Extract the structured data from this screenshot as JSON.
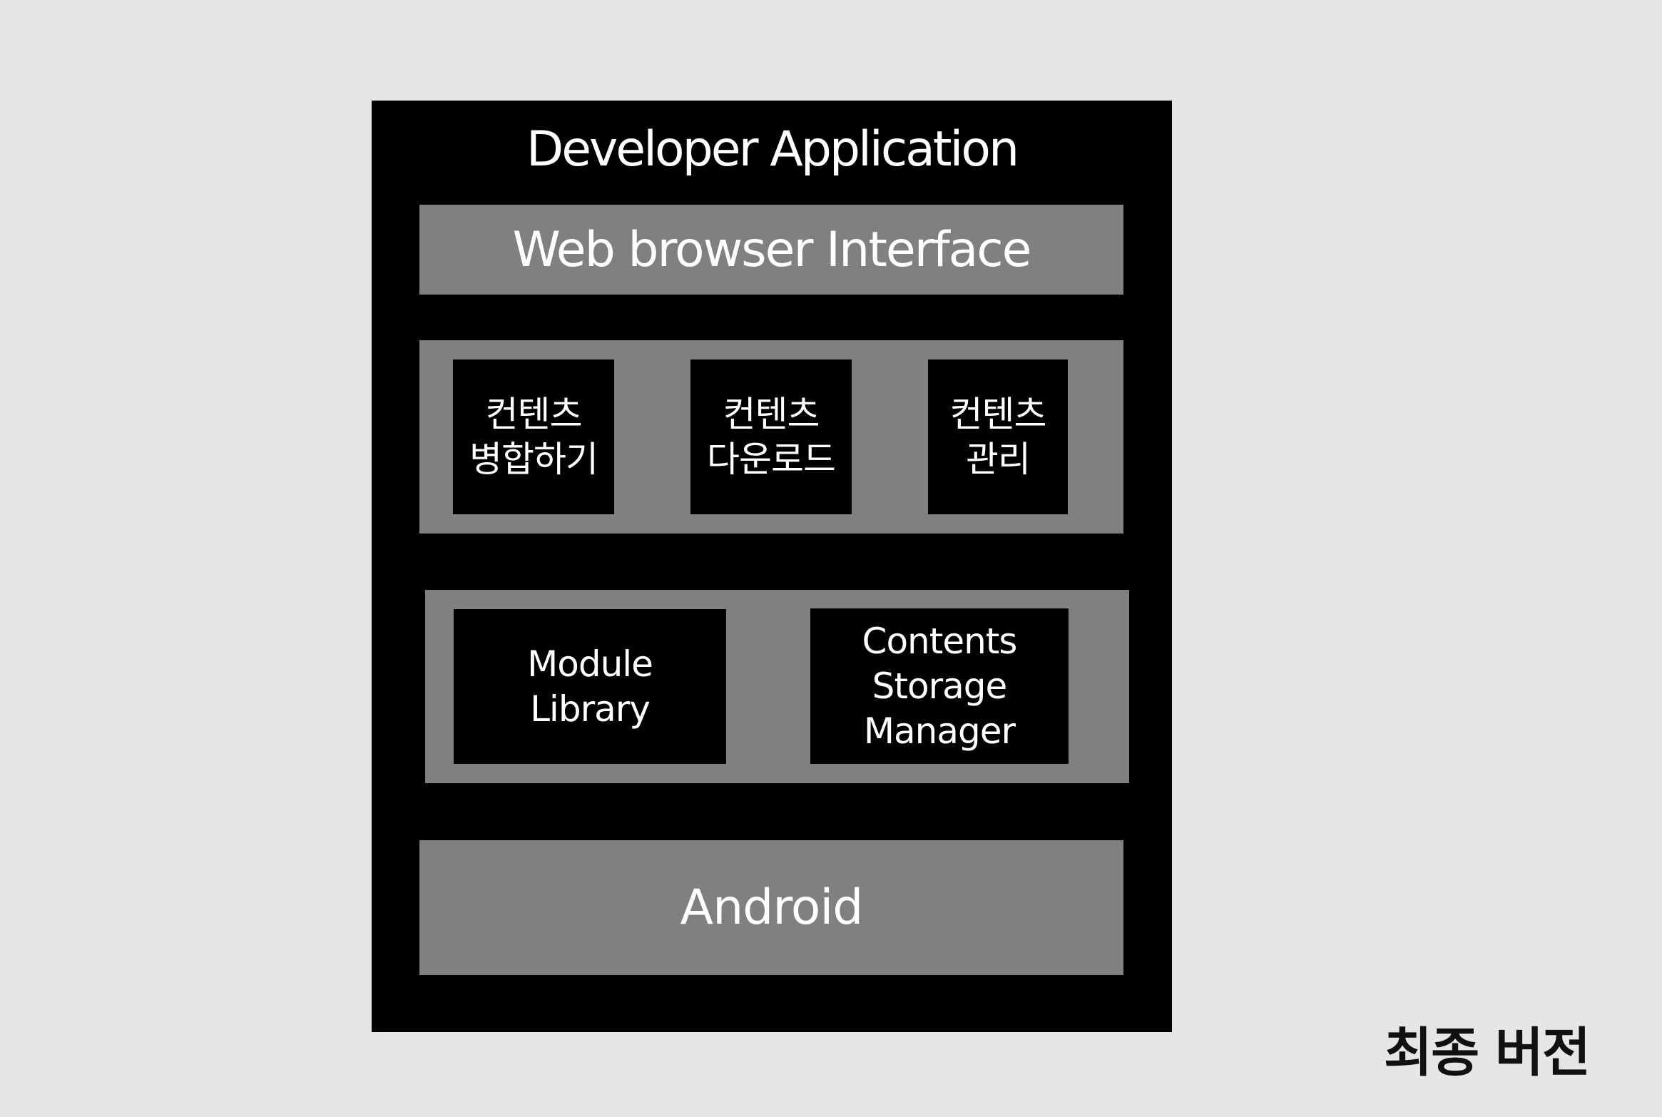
{
  "diagram": {
    "title": "Developer Application",
    "layers": {
      "web_interface": "Web browser Interface",
      "features": [
        {
          "line1": "컨텐츠",
          "line2": "병합하기"
        },
        {
          "line1": "컨텐츠",
          "line2": "다운로드"
        },
        {
          "line1": "컨텐츠",
          "line2": "관리"
        }
      ],
      "modules": [
        {
          "lines": [
            "Module",
            "Library"
          ]
        },
        {
          "lines": [
            "Contents",
            "Storage",
            "Manager"
          ]
        }
      ],
      "platform": "Android"
    }
  },
  "caption": "최종 버전",
  "colors": {
    "background": "#e6e6e6",
    "frame": "#000000",
    "band": "#808080",
    "text_light": "#ffffff",
    "text_dark": "#111111"
  }
}
